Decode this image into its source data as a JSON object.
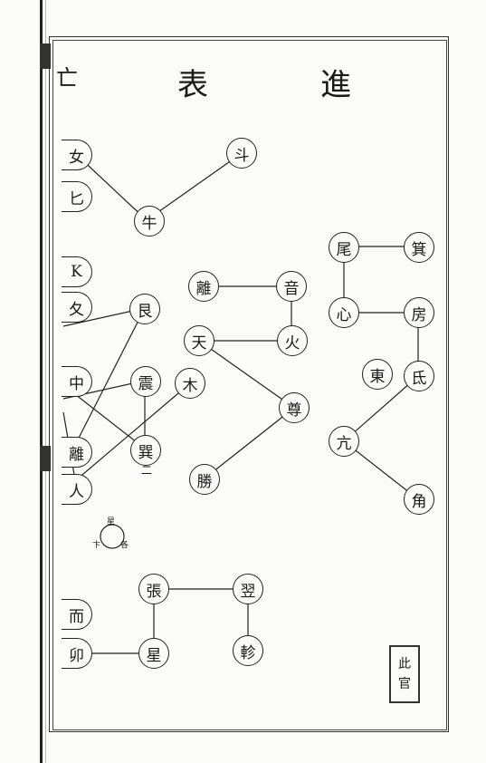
{
  "page": {
    "left_edge_fragment": "亡",
    "title_left": "表",
    "title_right": "進"
  },
  "nodes": {
    "dou": "斗",
    "niu": "牛",
    "nv": "女",
    "partial_1": "匕",
    "partial_2": "K",
    "partial_3": "夂",
    "gen": "艮",
    "zhong": "中",
    "zhen": "震",
    "mu": "木",
    "xun": "巽",
    "li_left": "離",
    "ren": "人",
    "li": "離",
    "yin": "音",
    "tian": "天",
    "huo": "火",
    "zun": "尊",
    "sheng": "勝",
    "wei": "尾",
    "ji": "箕",
    "xin": "心",
    "fang": "房",
    "dong": "東",
    "di": "氐",
    "kang": "亢",
    "jiao": "角",
    "xing_small": "星",
    "zhang": "張",
    "yi": "翌",
    "zhen2": "軫",
    "xing": "星",
    "partial_4": "而",
    "partial_5": "卯"
  },
  "labels": {
    "xun_mark": "二",
    "small_top": "星",
    "small_left": "卞",
    "small_right": "各"
  },
  "seal": {
    "line1": "此",
    "line2": "官"
  }
}
